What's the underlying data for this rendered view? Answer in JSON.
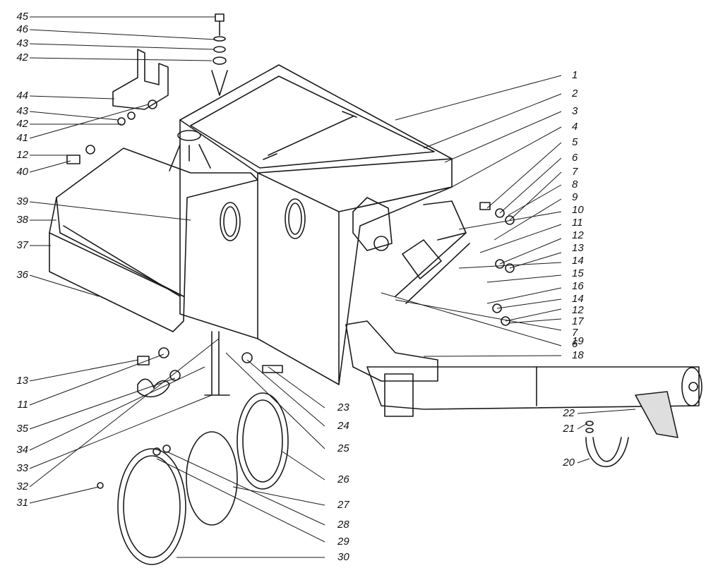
{
  "diagram": {
    "labels_left": [
      "45",
      "46",
      "43",
      "42",
      "44",
      "43",
      "42",
      "41",
      "12",
      "40",
      "39",
      "38",
      "37",
      "36",
      "13",
      "11",
      "35",
      "34",
      "33",
      "32",
      "31"
    ],
    "labels_right": [
      "1",
      "2",
      "3",
      "4",
      "5",
      "6",
      "7",
      "8",
      "9",
      "10",
      "11",
      "12",
      "13",
      "14",
      "15",
      "16",
      "14",
      "12",
      "17",
      "7",
      "6",
      "19",
      "18"
    ],
    "labels_bottom": [
      "23",
      "24",
      "25",
      "26",
      "27",
      "28",
      "29",
      "30"
    ],
    "labels_hose": [
      "22",
      "21",
      "20"
    ],
    "colors": {
      "line": "#1a1a1a",
      "paper": "#ffffff",
      "stipple": "#9a9a9a"
    }
  }
}
